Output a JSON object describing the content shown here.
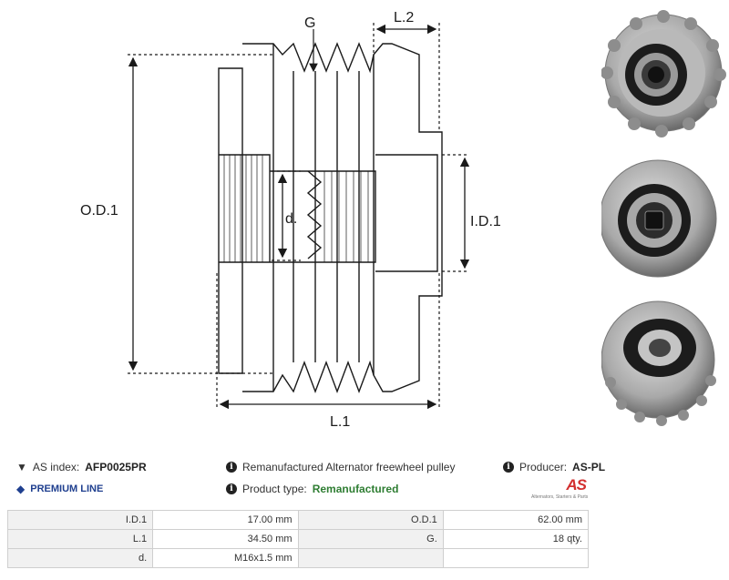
{
  "drawing": {
    "labels": {
      "g": "G",
      "l2": "L.2",
      "od1": "O.D.1",
      "d": "d.",
      "id1": "I.D.1",
      "l1": "L.1"
    }
  },
  "info": {
    "as_index_label": "AS index:",
    "as_index_value": "AFP0025PR",
    "premium_line": "PREMIUM LINE",
    "description": "Remanufactured Alternator freewheel pulley",
    "product_type_label": "Product type:",
    "product_type_value": "Remanufactured",
    "producer_label": "Producer:",
    "producer_value": "AS-PL",
    "logo_text": "AS",
    "logo_subtext": "Alternators, Starters & Parts"
  },
  "specs": [
    {
      "label": "I.D.1",
      "value": "17.00 mm",
      "label2": "O.D.1",
      "value2": "62.00 mm"
    },
    {
      "label": "L.1",
      "value": "34.50 mm",
      "label2": "G.",
      "value2": "18 qty."
    },
    {
      "label": "d.",
      "value": "M16x1.5 mm",
      "label2": "",
      "value2": ""
    }
  ],
  "colors": {
    "line": "#1a1a1a",
    "metal_light": "#c9c9c9",
    "metal_dark": "#6d6d6d",
    "rubber": "#1c1c1c",
    "logo_red": "#d32f2f",
    "premium_blue": "#1f3f8f",
    "accent_green": "#2e7d32"
  }
}
